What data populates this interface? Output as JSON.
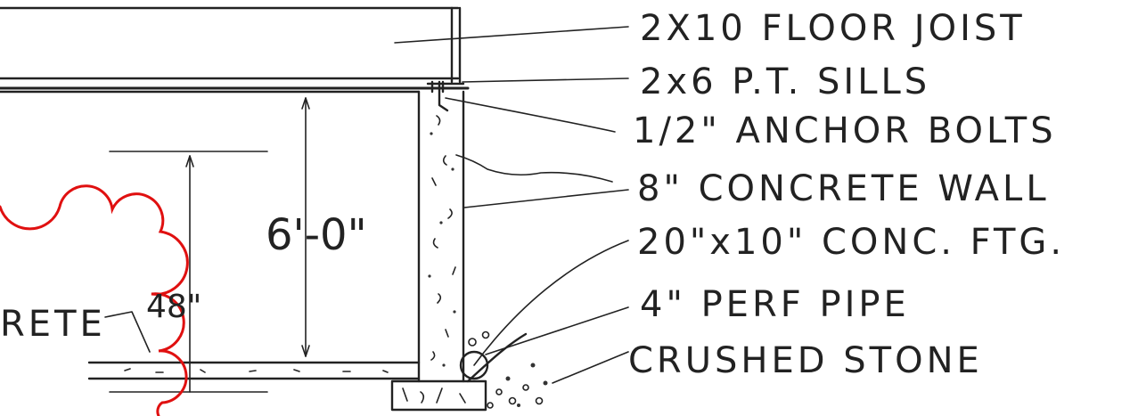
{
  "labels": {
    "floor_joist": "2X10 FLOOR JOIST",
    "sills": "2x6 P.T. SILLS",
    "anchor_bolts": "1/2\" ANCHOR BOLTS",
    "concrete_wall": "8\" CONCRETE WALL",
    "footing": "20\"x10\" CONC. FTG.",
    "perf_pipe": "4\" PERF PIPE",
    "crushed_stone": "CRUSHED STONE",
    "slab_partial": "RETE"
  },
  "dimensions": {
    "wall_height": "6'-0\"",
    "revised_height": "48\""
  },
  "colors": {
    "ink": "#222222",
    "revision_cloud": "#e01010"
  }
}
